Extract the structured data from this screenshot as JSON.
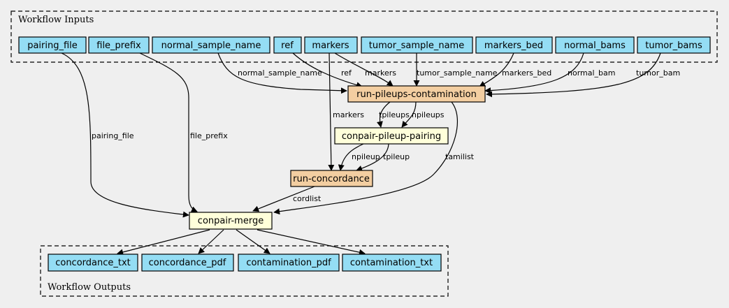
{
  "clusters": {
    "inputs": "Workflow Inputs",
    "outputs": "Workflow Outputs"
  },
  "colors": {
    "input_node": "#94ddf4",
    "output_node": "#94ddf4",
    "step_tool": "#f3cea1",
    "step_expression": "#ffffda"
  },
  "inputs": {
    "pairing_file": "pairing_file",
    "file_prefix": "file_prefix",
    "normal_sample_name": "normal_sample_name",
    "ref": "ref",
    "markers": "markers",
    "tumor_sample_name": "tumor_sample_name",
    "markers_bed": "markers_bed",
    "normal_bams": "normal_bams",
    "tumor_bams": "tumor_bams"
  },
  "steps": {
    "run_pileups_contamination": "run-pileups-contamination",
    "conpair_pileup_pairing": "conpair-pileup-pairing",
    "run_concordance": "run-concordance",
    "conpair_merge": "conpair-merge"
  },
  "outputs": {
    "concordance_txt": "concordance_txt",
    "concordance_pdf": "concordance_pdf",
    "contamination_pdf": "contamination_pdf",
    "contamination_txt": "contamination_txt"
  },
  "edge_labels": {
    "normal_sample_name": "normal_sample_name",
    "ref": "ref",
    "markers_to_pileups": "markers",
    "tumor_sample_name": "tumor_sample_name",
    "markers_bed": "markers_bed",
    "normal_bam": "normal_bam",
    "tumor_bam": "tumor_bam",
    "pairing_file": "pairing_file",
    "file_prefix": "file_prefix",
    "markers_to_concordance": "markers",
    "tpileups": "tpileups",
    "npileups": "npileups",
    "npileup": "npileup",
    "tpileup": "tpileup",
    "tamilist": "tamilist",
    "cordlist": "cordlist"
  }
}
